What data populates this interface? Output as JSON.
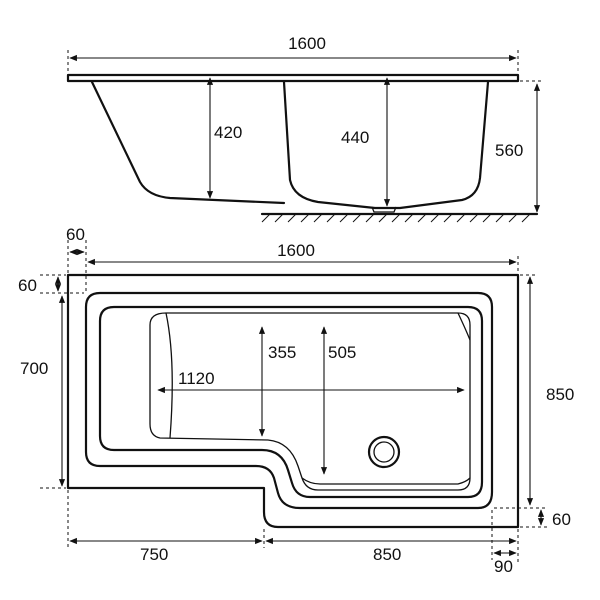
{
  "side_view": {
    "length": "1600",
    "depth_left": "420",
    "depth_right": "440",
    "height": "560"
  },
  "plan_view": {
    "rim_left": "60",
    "length": "1600",
    "rim_top": "60",
    "width_left": "700",
    "width_right": "850",
    "inner_length": "1120",
    "inner_width_narrow": "355",
    "inner_width_wide": "505",
    "rim_bottom": "60",
    "length_left": "750",
    "length_right": "850",
    "rim_right": "90"
  }
}
